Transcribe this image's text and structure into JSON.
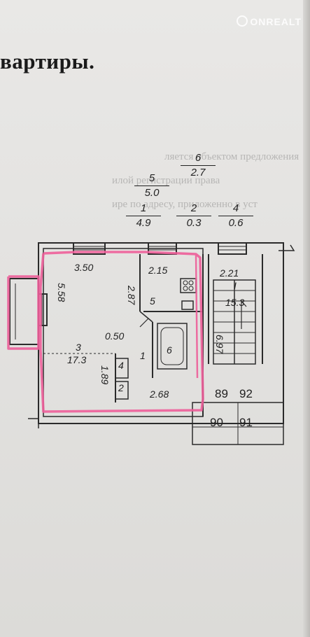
{
  "watermark": "ONREALT",
  "heading": "вартиры.",
  "background_text": {
    "line1": "ляется объектом предложения",
    "line2": "илой регистрации права",
    "line3": "ире по адресу, приложенно в уст"
  },
  "fractions": [
    {
      "num": "6",
      "den": "2.7"
    },
    {
      "num": "5",
      "den": "5.0"
    },
    {
      "num": "1",
      "den": "4.9"
    },
    {
      "num": "2",
      "den": "0.3"
    },
    {
      "num": "4",
      "den": "0.6"
    }
  ],
  "plan_labels": {
    "room_width": "3.50",
    "room_height": "5.58",
    "room_number": "3",
    "room_area": "17.3",
    "kitchen_width": "2.15",
    "kitchen_height": "2.87",
    "kitchen_number": "5",
    "corridor_width": "0.50",
    "corridor_number": "1",
    "bath_number": "6",
    "wc_number": "2",
    "closet_number": "4",
    "closet_height": "1.89",
    "hall_width": "2.68",
    "stair_width": "2.21",
    "stair_number": "I",
    "stair_area": "15.3",
    "stair_side": "6.97"
  },
  "apartment_numbers": [
    "89",
    "92",
    "90",
    "91"
  ],
  "colors": {
    "highlight": "#ee5f9a",
    "ink": "#2b2b2b"
  }
}
